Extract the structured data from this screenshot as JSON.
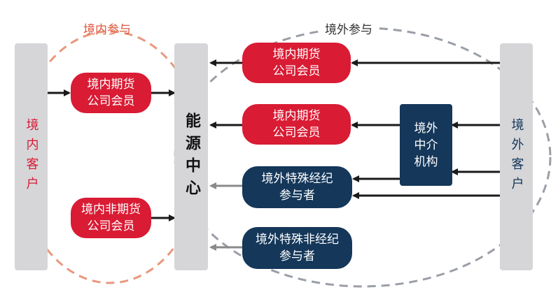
{
  "labels": {
    "domestic_participation": "境内参与",
    "overseas_participation": "境外参与"
  },
  "pillars": {
    "domestic_clients": "境内客户",
    "energy_center": "能源中心",
    "overseas_clients": "境外客户"
  },
  "boxes": {
    "domestic_member_left": "境内期货\n公司会员",
    "domestic_non_member_left": "境内非期货\n公司会员",
    "domestic_member_right_top": "境内期货\n公司会员",
    "domestic_member_right_mid": "境内期货\n公司会员",
    "overseas_special_broker": "境外特殊经纪\n参与者",
    "overseas_special_non_broker": "境外特殊非经纪\n参与者",
    "overseas_intermediary": "境外\n中介\n机构"
  },
  "colors": {
    "red": "#d91b34",
    "navy": "#14375a",
    "pillar_gray": "#d6d6d8",
    "domestic_ellipse": "#e8987c",
    "overseas_ellipse": "#9a9ea6",
    "arrow_dark": "#1a1a1a",
    "arrow_gray": "#8a8a8a"
  }
}
